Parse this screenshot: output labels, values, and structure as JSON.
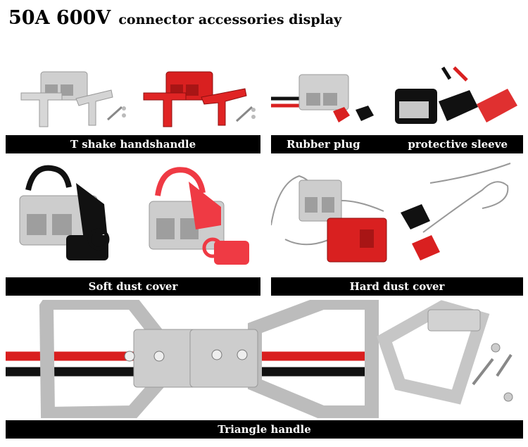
{
  "header": {
    "title_main": "50A 600V",
    "title_sub": "connector accessories display"
  },
  "sections": {
    "t_handle": {
      "label": "T shake handshandle"
    },
    "rubber_plug": {
      "label": "Rubber plug"
    },
    "protective_sleeve": {
      "label": "protective sleeve"
    },
    "soft_dust_cover": {
      "label": "Soft dust cover"
    },
    "hard_dust_cover": {
      "label": "Hard dust cover"
    },
    "triangle_handle": {
      "label": "Triangle handle"
    }
  },
  "colors": {
    "connector_gray": "#c9c9c9",
    "connector_red": "#d92020",
    "label_bar": "#000000",
    "label_text": "#ffffff"
  }
}
